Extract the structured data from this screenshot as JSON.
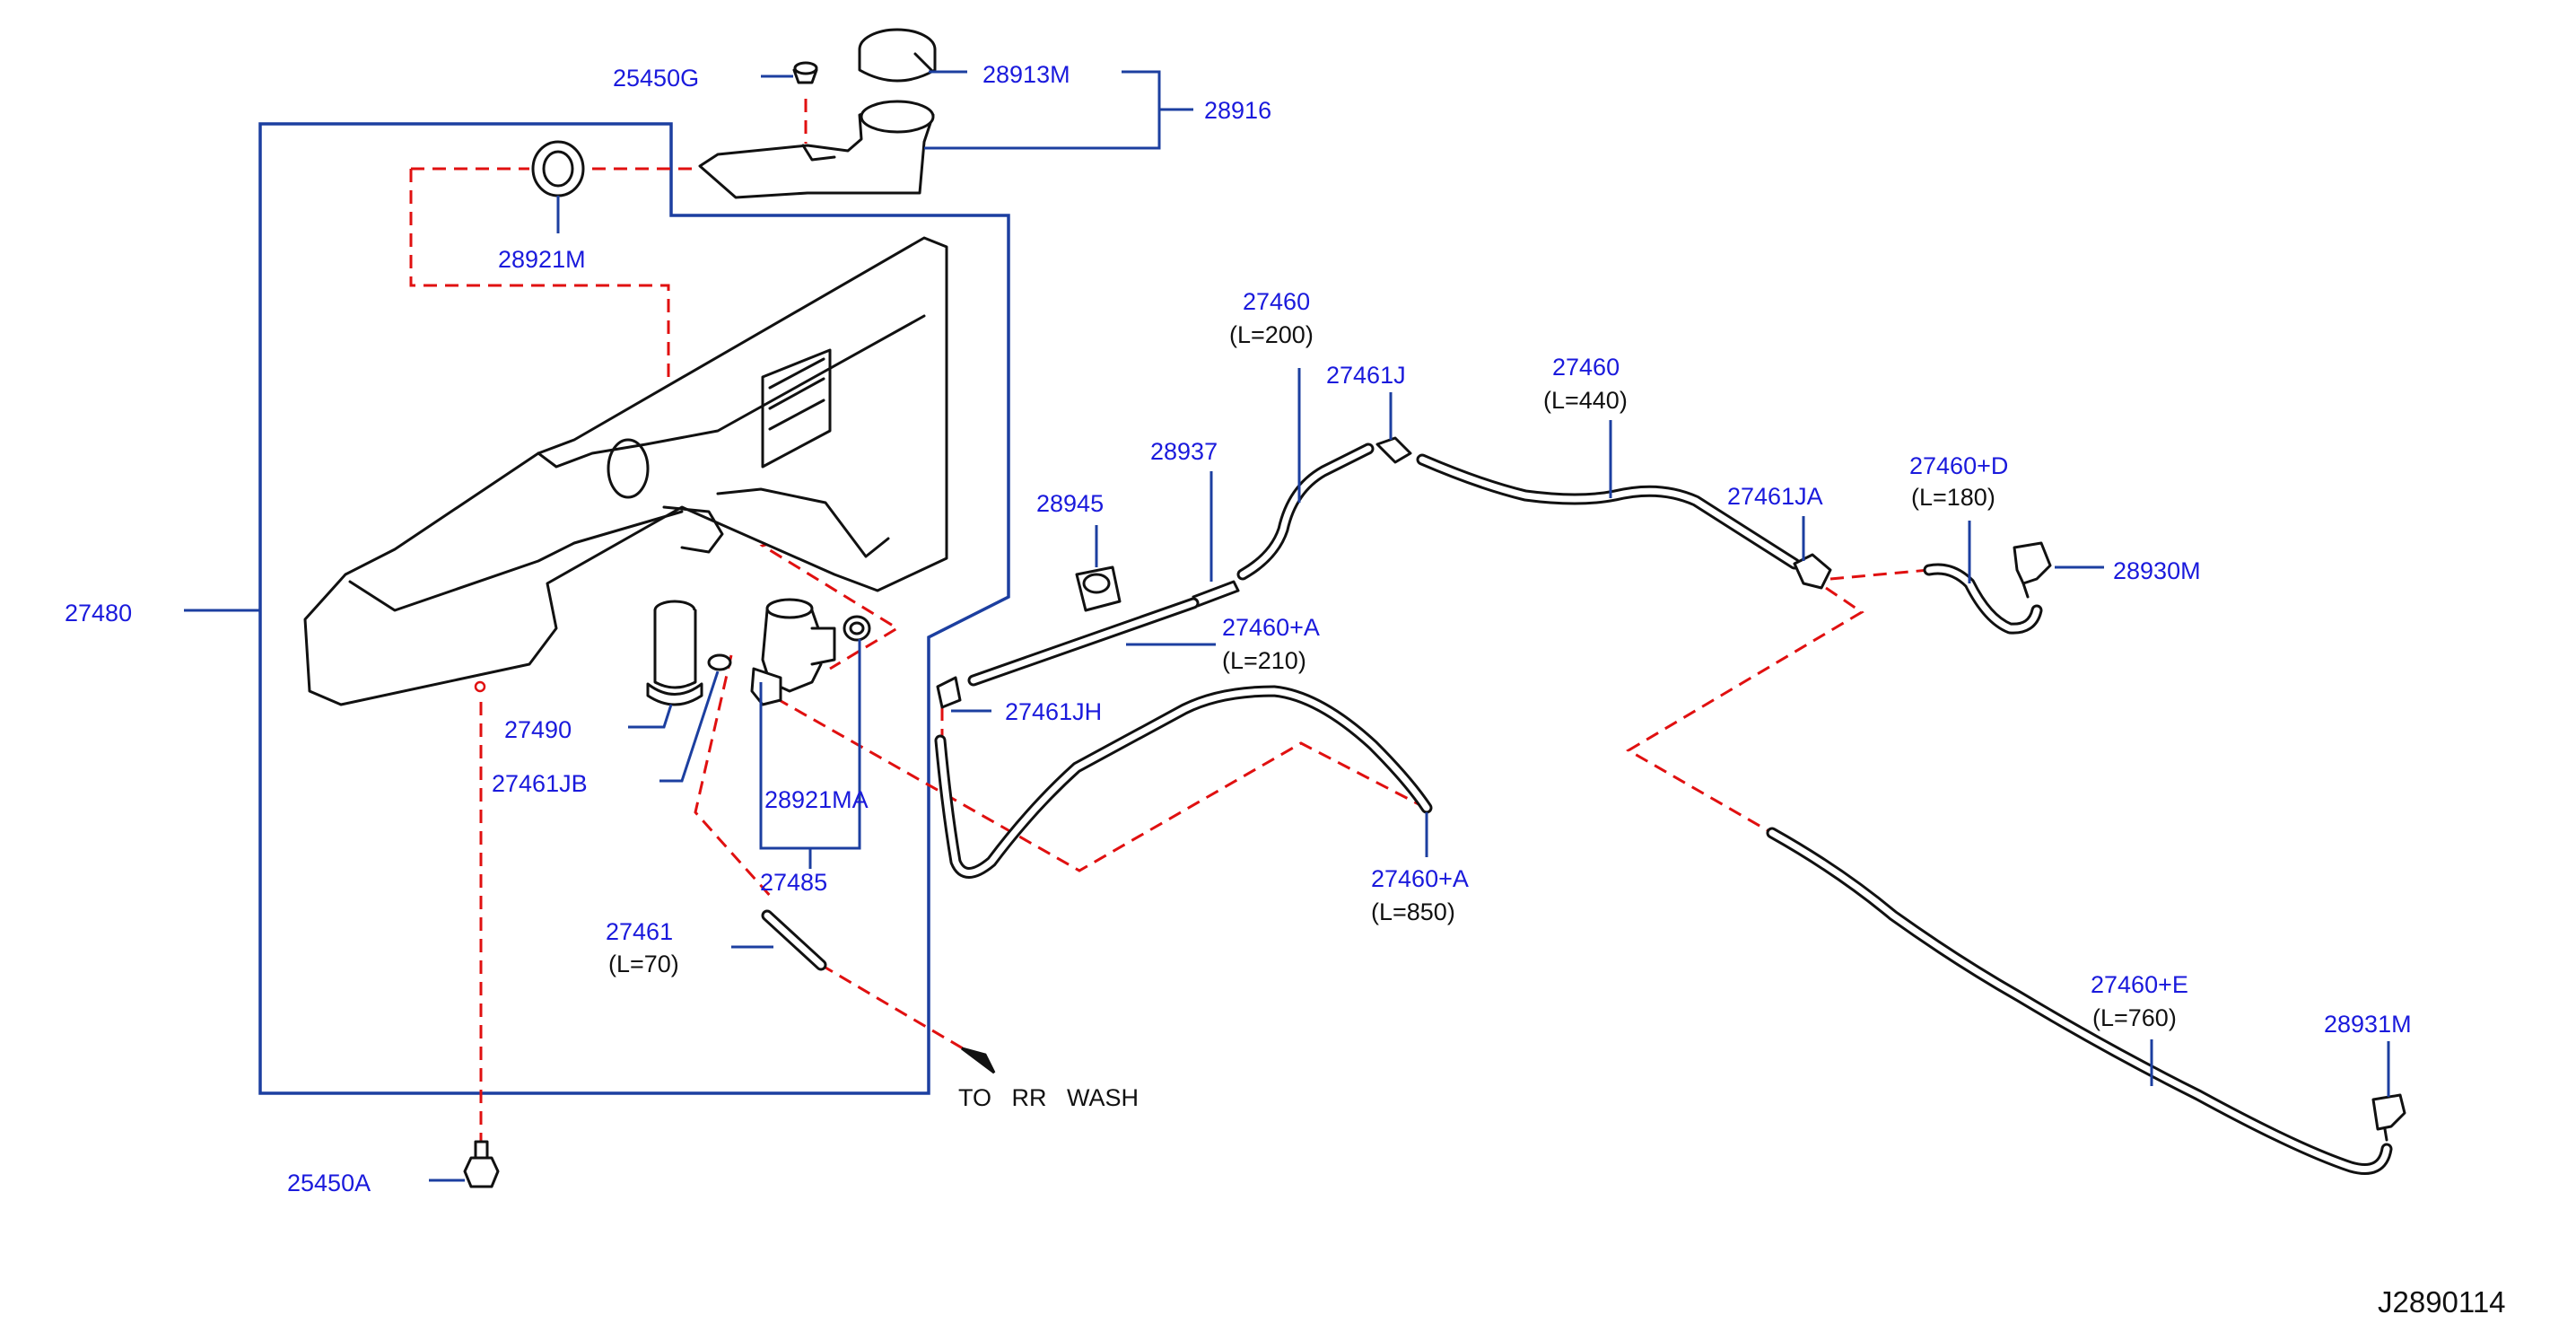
{
  "callouts": {
    "p25450G": "25450G",
    "p28913M": "28913M",
    "p28916": "28916",
    "p28921M": "28921M",
    "p27480": "27480",
    "p27490": "27490",
    "p27461JB": "27461JB",
    "p28921MA": "28921MA",
    "p27485": "27485",
    "p27461": "27461",
    "l27461": "(L=70)",
    "p25450A": "25450A",
    "p28945": "28945",
    "p28937": "28937",
    "p27460_a": "27460",
    "l27460_a": "(L=200)",
    "p27461J": "27461J",
    "p27460_b": "27460",
    "l27460_b": "(L=440)",
    "p27461JA": "27461JA",
    "p27460D": "27460+D",
    "l27460D": "(L=180)",
    "p28930M": "28930M",
    "p27460A_210": "27460+A",
    "l27460A_210": "(L=210)",
    "p27461JH": "27461JH",
    "p27460A_850": "27460+A",
    "l27460A_850": "(L=850)",
    "p27460E": "27460+E",
    "l27460E": "(L=760)",
    "p28931M": "28931M"
  },
  "notes": {
    "to_rr_wash": "TO   RR   WASH"
  },
  "diagram_ref": "J2890114",
  "colors": {
    "part_number": "#1a1adc",
    "leader": "#1c3fa0",
    "phantom_line": "#e01010",
    "line_art": "#111111"
  }
}
